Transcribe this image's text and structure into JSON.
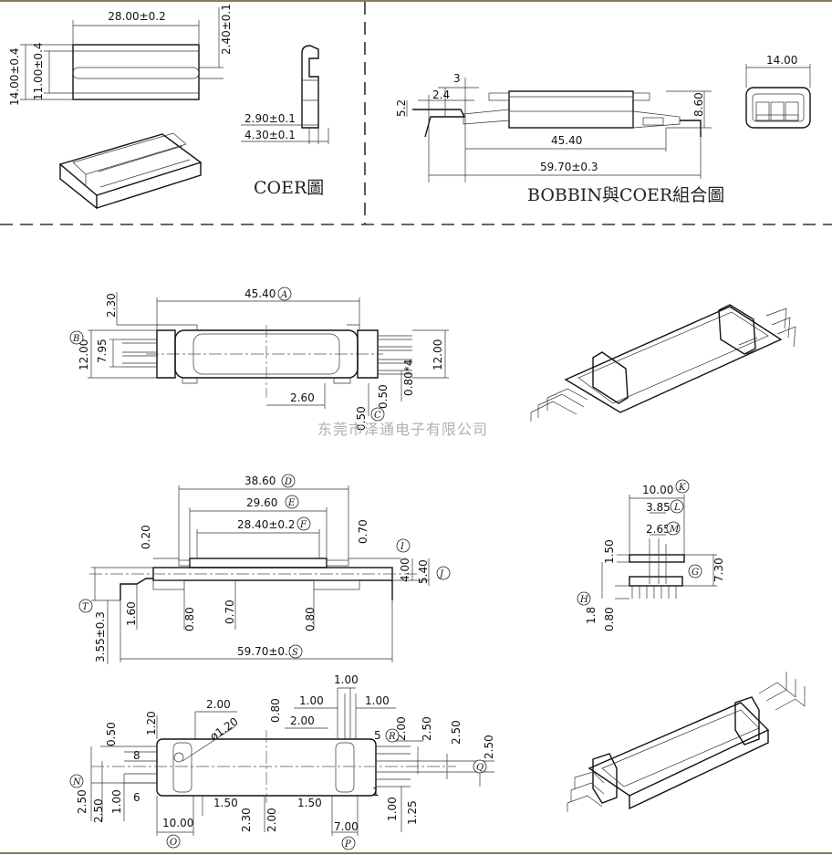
{
  "captions": {
    "coer": "COER圖",
    "assembly": "BOBBIN與COER組合圖"
  },
  "watermark": "东莞市泽通电子有限公司",
  "coer_view": {
    "width": "28.00±0.2",
    "thickness": "2.40±0.1",
    "outer": "14.00±0.4",
    "inner": "11.00±0.4",
    "step1": "2.90±0.1",
    "step2": "4.30±0.1"
  },
  "assembly_view": {
    "d3": "3",
    "d24": "2.4",
    "d52": "5.2",
    "h860": "8.60",
    "len4540": "45.40",
    "len5970": "59.70±0.3",
    "w1400": "14.00"
  },
  "top_view": {
    "len": "45.40",
    "lenTag": "A",
    "d230": "2.30",
    "d795": "7.95",
    "d1200l": "12.00",
    "tagB": "B",
    "d1200r": "12.00",
    "d080x4": "0.80*4",
    "d260": "2.60",
    "d050": "0.50",
    "tagC": "C"
  },
  "side_view": {
    "d3860": "38.60",
    "tagD": "D",
    "d2960": "29.60",
    "tagE": "E",
    "d2840": "28.40±0.2",
    "tagF": "F",
    "d020": "0.20",
    "d070top": "0.70",
    "tagI": "I",
    "d400": "4.00",
    "d540": "5.40",
    "tagJ": "J",
    "tagT": "T",
    "d160": "1.60",
    "d080a": "0.80",
    "d070": "0.70",
    "d080b": "0.80",
    "d355": "3.55±0.3",
    "d5970": "59.70±0.3",
    "tagS": "S"
  },
  "end_view": {
    "d1000": "10.00",
    "tagK": "K",
    "d385": "3.85",
    "tagL": "L",
    "d265": "2.65",
    "tagM": "M",
    "d150": "1.50",
    "d730": "7.30",
    "tagG": "G",
    "tagH": "H",
    "d18": "1.8",
    "d080": "0.80"
  },
  "bottom_view": {
    "d100top": "1.00",
    "d100a": "1.00",
    "d100b": "1.00",
    "d200a": "2.00",
    "d080": "0.80",
    "d120": "1.20",
    "d050": "0.50",
    "phi": "ø1.20",
    "d200b": "2.00",
    "d200c": "2.00",
    "d250a": "2.50",
    "d250b": "2.50",
    "d250c": "2.50",
    "pin5": "5",
    "pin8": "8",
    "pin6": "6",
    "pin1": "1",
    "tagR": "R",
    "tagN": "N",
    "tagQ": "Q",
    "d250l": "2.50",
    "d250l2": "2.50",
    "d100l": "1.00",
    "d150a": "1.50",
    "d150b": "1.50",
    "d230": "2.30",
    "d200d": "2.00",
    "d100r": "1.00",
    "d125": "1.25",
    "d1000": "10.00",
    "tagO": "O",
    "d700": "7.00",
    "tagP": "P"
  }
}
